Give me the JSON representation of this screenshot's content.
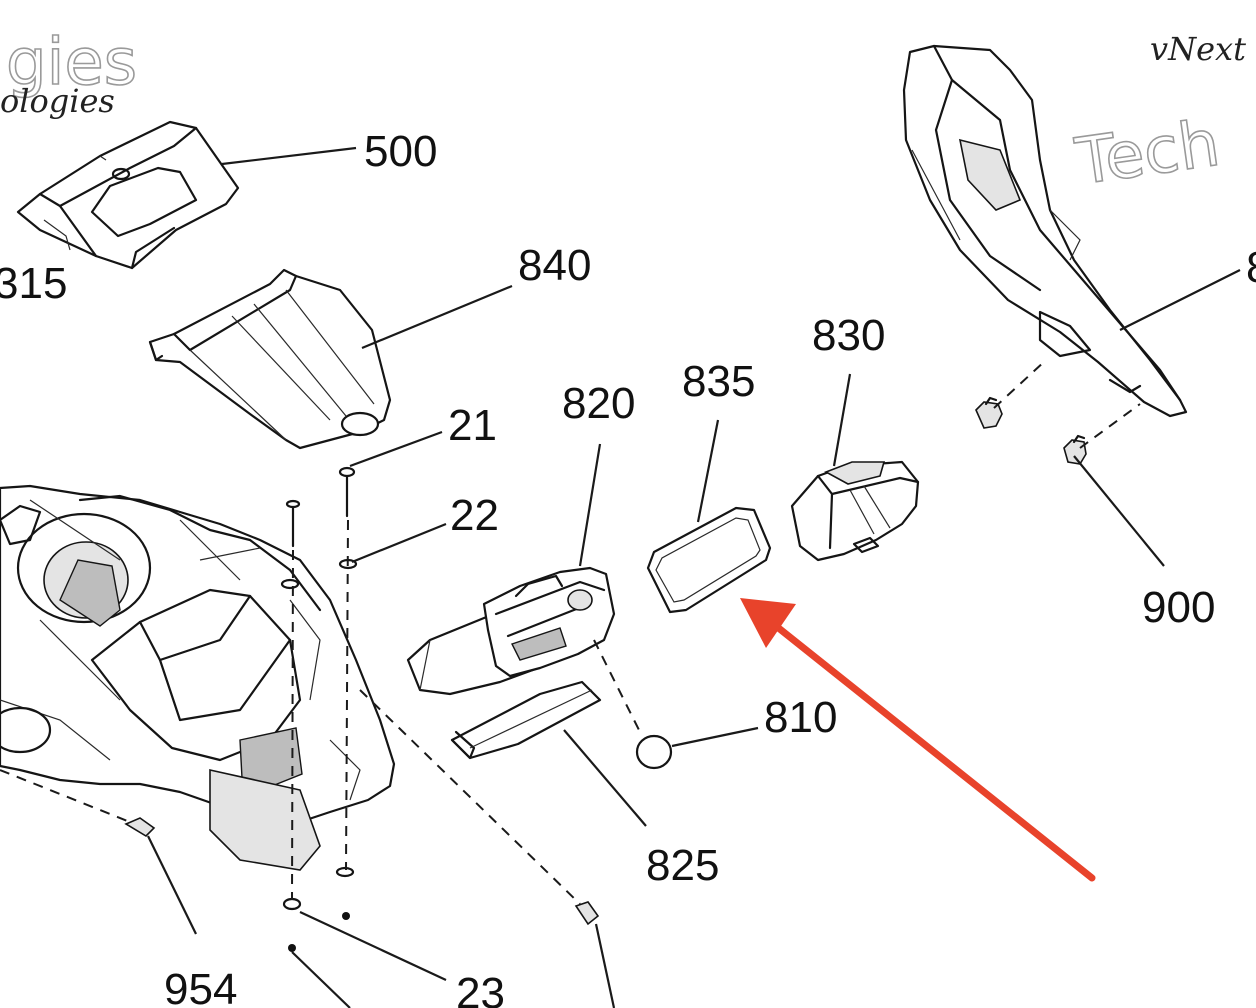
{
  "watermarks": [
    "gies",
    "ologies",
    "vNext",
    "Tech"
  ],
  "callouts": [
    {
      "id": "c500",
      "label": "500"
    },
    {
      "id": "c840",
      "label": "840"
    },
    {
      "id": "c315",
      "label": "315"
    },
    {
      "id": "c21",
      "label": "21"
    },
    {
      "id": "c820",
      "label": "820"
    },
    {
      "id": "c835",
      "label": "835"
    },
    {
      "id": "c830",
      "label": "830"
    },
    {
      "id": "c22",
      "label": "22"
    },
    {
      "id": "c900",
      "label": "900"
    },
    {
      "id": "c810",
      "label": "810"
    },
    {
      "id": "c825",
      "label": "825"
    },
    {
      "id": "c954",
      "label": "954"
    },
    {
      "id": "c23",
      "label": "23"
    },
    {
      "id": "c8",
      "label": "8"
    }
  ],
  "arrow": {
    "color": "#e8432b",
    "points_to": "835"
  }
}
